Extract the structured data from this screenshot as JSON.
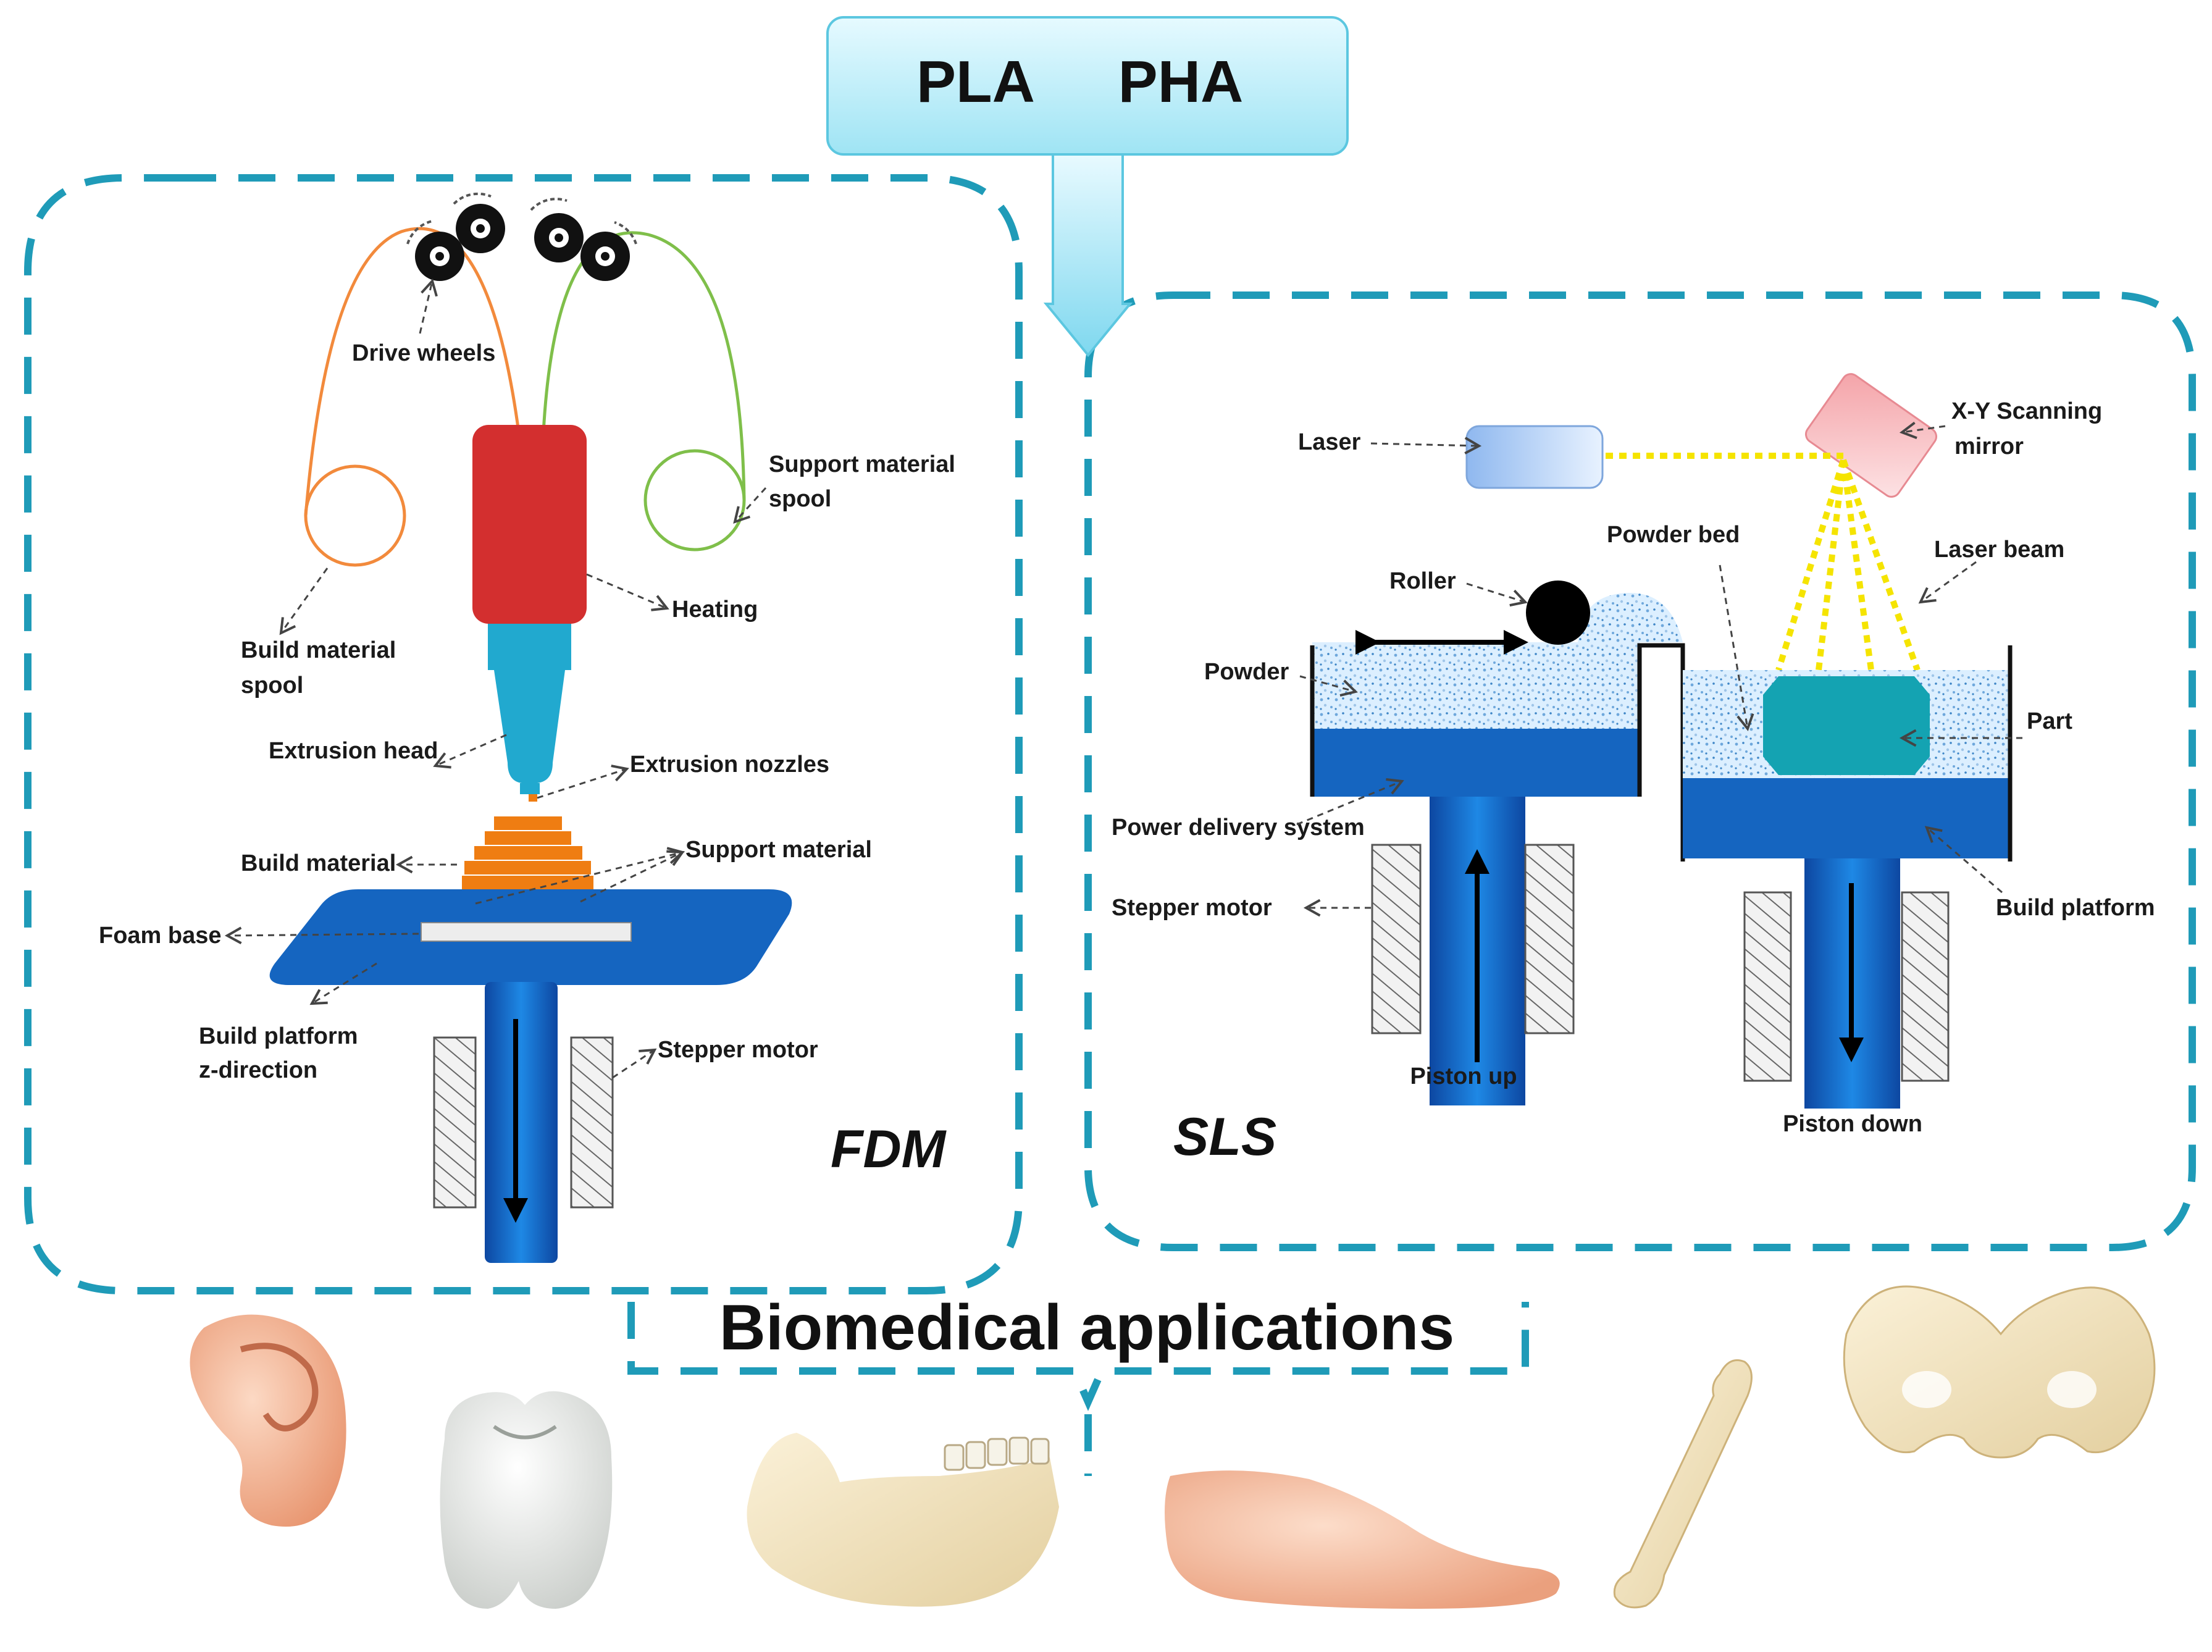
{
  "materials": {
    "material_1": "PLA",
    "material_2": "PHA"
  },
  "fdm": {
    "title": "FDM",
    "labels": {
      "drive_wheels": "Drive wheels",
      "support_material_spool_1": "Support material",
      "support_material_spool_2": "spool",
      "heating": "Heating",
      "build_material_spool_1": "Build material",
      "build_material_spool_2": "spool",
      "extrusion_head": "Extrusion head",
      "extrusion_nozzles": "Extrusion nozzles",
      "build_material": "Build material",
      "support_material": "Support material",
      "foam_base": "Foam base",
      "build_platform_1": "Build platform",
      "build_platform_2": "z-direction",
      "stepper_motor": "Stepper motor"
    }
  },
  "sls": {
    "title": "SLS",
    "labels": {
      "laser": "Laser",
      "xy_mirror_1": "X-Y Scanning",
      "xy_mirror_2": "mirror",
      "powder_bed": "Powder bed",
      "laser_beam": "Laser beam",
      "roller": "Roller",
      "powder": "Powder",
      "part": "Part",
      "power_delivery": "Power delivery system",
      "build_platform": "Build platform",
      "stepper_motor": "Stepper motor",
      "piston_up": "Piston up",
      "piston_down": "Piston down"
    }
  },
  "applications": {
    "title": "Biomedical applications",
    "items": [
      "ear",
      "tooth",
      "jaw",
      "foot",
      "femur",
      "pelvis"
    ]
  },
  "colors": {
    "frame": "#1f9bb8",
    "header_box": "#bfeef8",
    "build_spool": "#f28a3c",
    "support_spool": "#7fbf4a",
    "heater": "#d32f2f",
    "nozzle": "#21a9cf",
    "platform": "#1565c0",
    "build_layers": "#ef7d12",
    "laser_beam": "#f5e400",
    "part": "#14a3b2"
  }
}
